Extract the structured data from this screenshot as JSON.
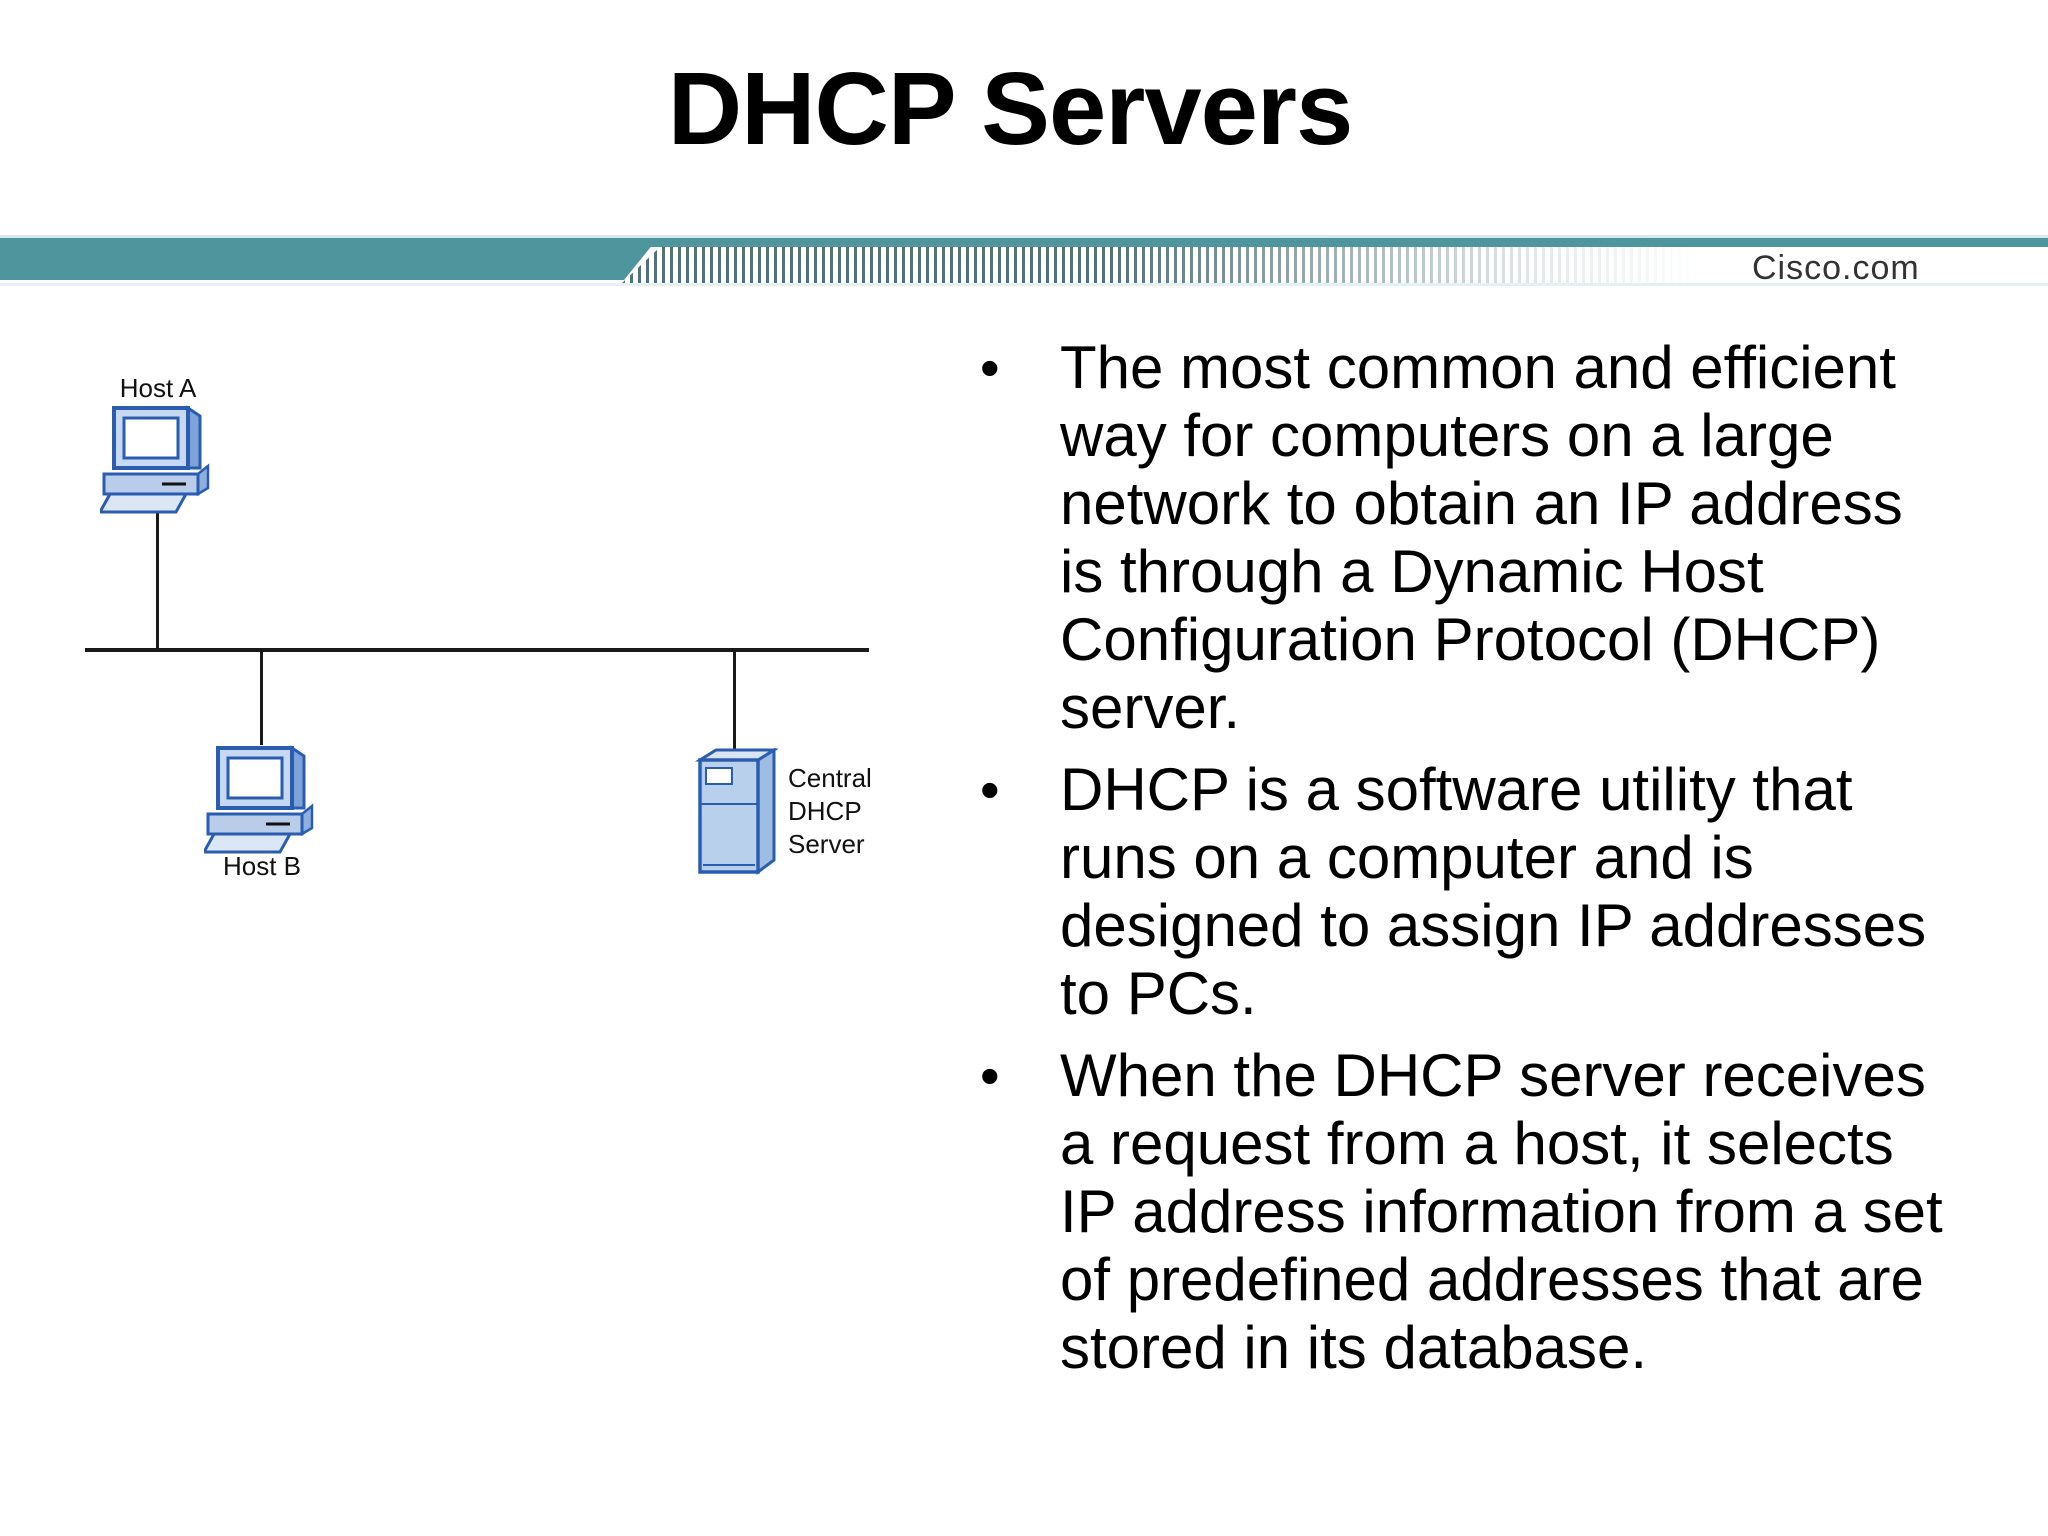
{
  "slide": {
    "title": "DHCP Servers",
    "brand": "Cisco.com",
    "bullet_char": "•"
  },
  "diagram": {
    "host_a_label": "Host A",
    "host_b_label": "Host B",
    "server_label": "Central\nDHCP\nServer"
  },
  "bullets": [
    {
      "text": "The most common and efficient\nway for computers on a large\nnetwork to obtain an IP address\nis through a Dynamic Host\nConfiguration Protocol (DHCP)\nserver."
    },
    {
      "text": "DHCP is a software utility that\nruns on a computer and is\ndesigned to assign IP addresses\nto PCs."
    },
    {
      "text": "When the DHCP server receives\na request from a host, it selects\nIP address information from a set\nof predefined addresses that are\nstored in its database."
    }
  ],
  "colors": {
    "banner_teal": "#4f959d",
    "banner_stripe": "#4e737b",
    "icon_outline_blue": "#2a5db0",
    "icon_fill_blue": "#c7d9f2",
    "text_black": "#000000"
  }
}
